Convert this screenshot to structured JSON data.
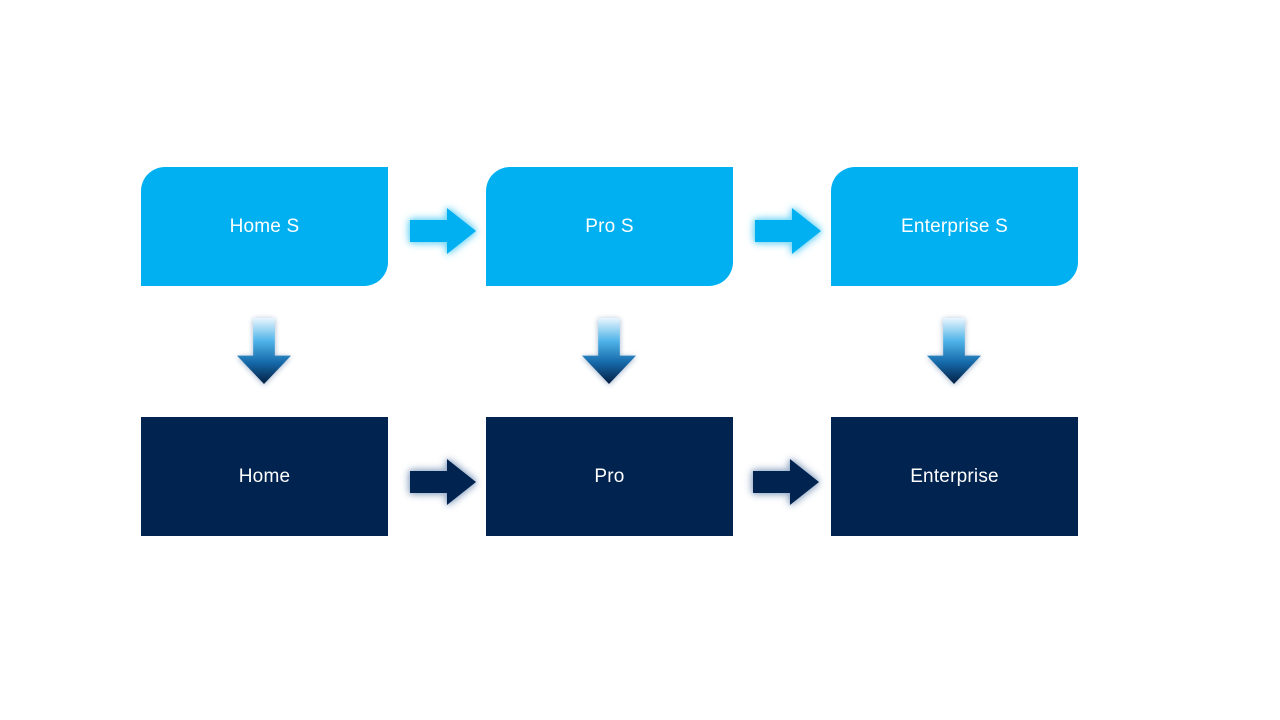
{
  "diagram": {
    "top_row": [
      {
        "label": "Home S"
      },
      {
        "label": "Pro S"
      },
      {
        "label": "Enterprise S"
      }
    ],
    "bottom_row": [
      {
        "label": "Home"
      },
      {
        "label": "Pro"
      },
      {
        "label": "Enterprise"
      }
    ],
    "right_arrow_icon": "right-arrow",
    "down_arrow_icon": "down-arrow"
  },
  "colors": {
    "page-bg": "#FFFFFF",
    "top-box-fill": "#00B0F0",
    "bottom-box-fill": "#01234F",
    "text-color": "#FFFFFF",
    "glow-cyan": "#7FD9F7",
    "glow-gray": "#9FB3CC",
    "down-grad-1": "#E9F6FE",
    "down-grad-2": "#4FB3E8",
    "down-grad-3": "#1568A8",
    "down-grad-4": "#041F42"
  }
}
